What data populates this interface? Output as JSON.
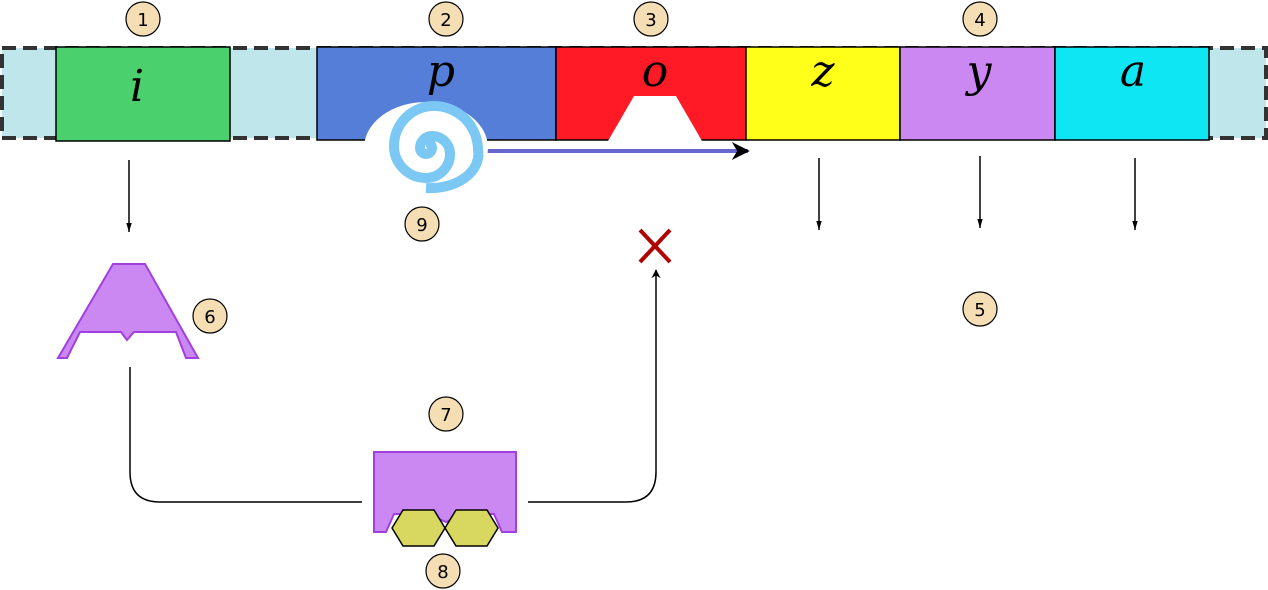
{
  "colors": {
    "strip": "#bfe6ea",
    "strip_border": "#333333",
    "badge_fill": "#f5deb3",
    "enzyme": "#cc88f2",
    "enzyme_stroke": "#a040e0",
    "hexagon": "#d8d860",
    "spiral": "#7cc8f4",
    "blocked_x": "#b00000",
    "arrow_blue": "#6666cc"
  },
  "cells": [
    {
      "letter": "i",
      "color": "#4bd06e"
    },
    {
      "letter": "p",
      "color": "#557ed8"
    },
    {
      "letter": "o",
      "color": "#ff1a26"
    },
    {
      "letter": "z",
      "color": "#ffff1a"
    },
    {
      "letter": "y",
      "color": "#cc88f2"
    },
    {
      "letter": "a",
      "color": "#0ee6f4"
    }
  ],
  "badges": [
    "1",
    "2",
    "3",
    "4",
    "5",
    "6",
    "7",
    "8",
    "9"
  ],
  "icons": {
    "spiral": "spiral-icon",
    "blocked": "blocked-x-icon",
    "enzyme_a": "enzyme-shape-icon",
    "enzyme_b": "enzyme-complex-icon",
    "hexagon": "hexagon-icon"
  }
}
